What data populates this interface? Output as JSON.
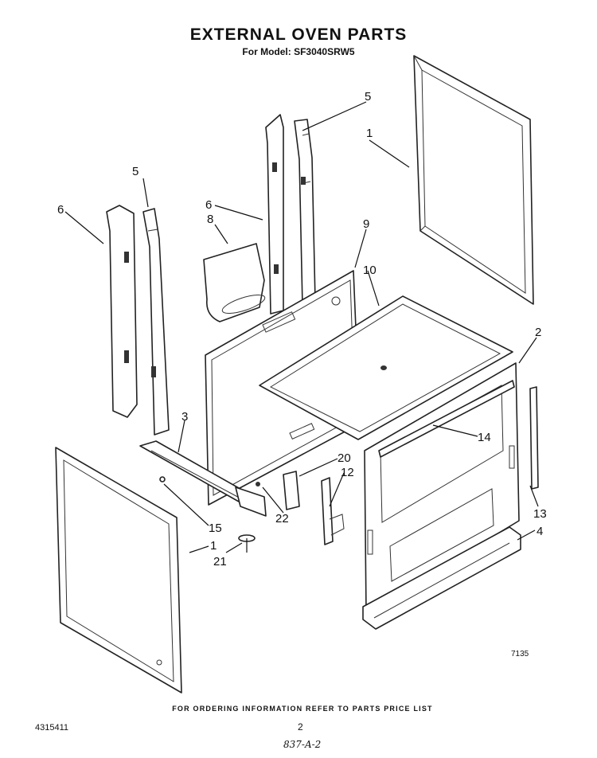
{
  "header": {
    "title": "EXTERNAL OVEN PARTS",
    "subtitle": "For Model: SF3040SRW5"
  },
  "callouts": {
    "c1_top": "1",
    "c1_bottom": "1",
    "c2": "2",
    "c3": "3",
    "c4": "4",
    "c5_left": "5",
    "c5_right": "5",
    "c6_left": "6",
    "c6_right": "6",
    "c8": "8",
    "c9": "9",
    "c10": "10",
    "c12": "12",
    "c13": "13",
    "c14": "14",
    "c15": "15",
    "c20": "20",
    "c21": "21",
    "c22": "22"
  },
  "figure_number": "7135",
  "footer": {
    "ordering_note": "FOR ORDERING INFORMATION REFER TO PARTS PRICE LIST",
    "document_number": "4315411",
    "page_number": "2",
    "handwritten_note": "837-A-2"
  }
}
